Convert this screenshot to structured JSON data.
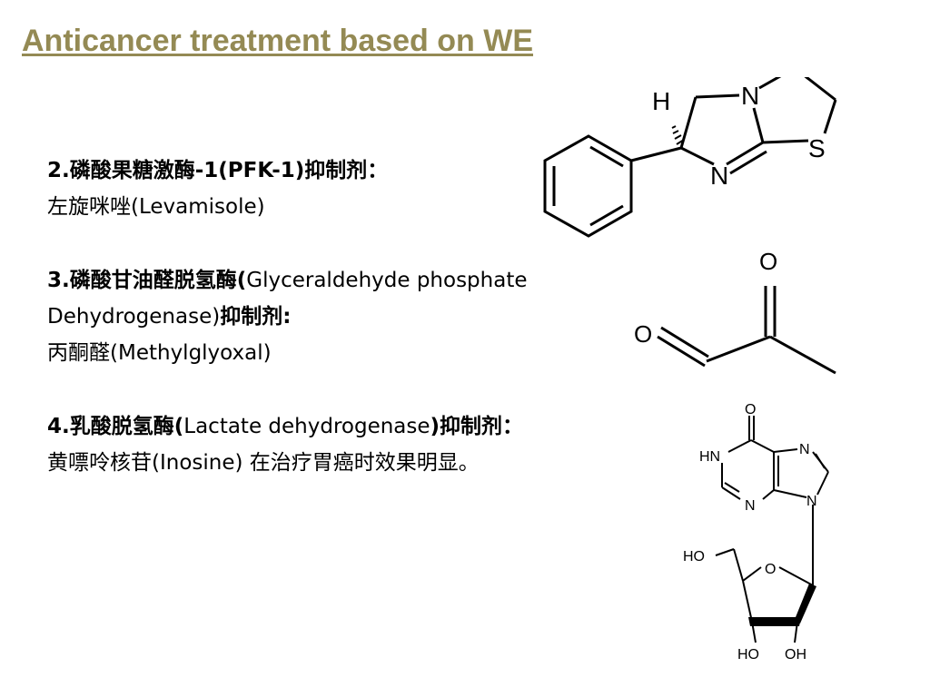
{
  "slide": {
    "title": "Anticancer treatment based on WE",
    "items": [
      {
        "number": "2.",
        "heading": "磷酸果糖激酶-1(PFK-1)抑制剂：",
        "drug": "左旋咪唑(Levamisole)"
      },
      {
        "number": "3.",
        "heading_cn": "磷酸甘油醛脱氢酶(",
        "heading_en": "Glyceraldehyde phosphate Dehydrogenase)",
        "heading_tail": "抑制剂:",
        "drug": "丙酮醛(Methylglyoxal)"
      },
      {
        "number": "4.",
        "heading_cn": "乳酸脱氢酶(",
        "heading_en": "Lactate dehydrogenase",
        "heading_tail": ")抑制剂：",
        "drug": "黄嘌呤核苷(Inosine) 在治疗胃癌时效果明显。"
      }
    ]
  },
  "structures": {
    "levamisole": {
      "h": "H",
      "n1": "N",
      "n2": "N",
      "s": "S"
    },
    "methylglyoxal": {
      "o1": "O",
      "o2": "O"
    },
    "inosine": {
      "hn": "HN",
      "n1": "N",
      "n2": "N",
      "n3": "N",
      "o": "O",
      "o_ring": "O",
      "ho1": "HO",
      "ho2": "HO",
      "oh": "OH"
    }
  }
}
